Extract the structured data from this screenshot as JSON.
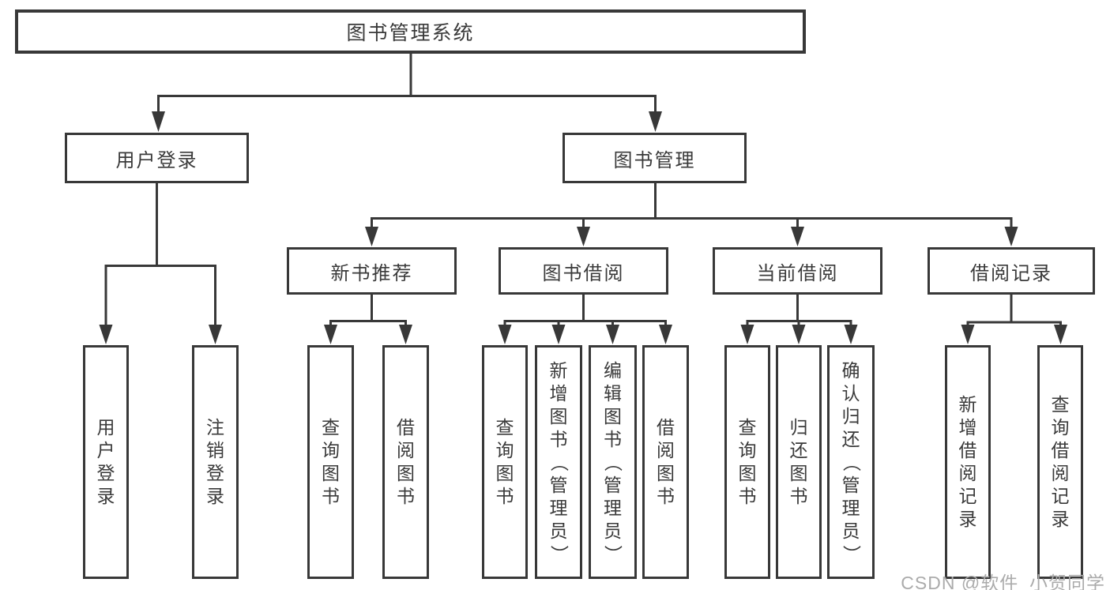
{
  "diagram": {
    "root_label": "图书管理系统",
    "branches": [
      {
        "label": "用户登录",
        "children": [
          {
            "label": "用户登录"
          },
          {
            "label": "注销登录"
          }
        ]
      },
      {
        "label": "图书管理",
        "sections": [
          {
            "label": "新书推荐",
            "children": [
              {
                "label": "查询图书"
              },
              {
                "label": "借阅图书"
              }
            ]
          },
          {
            "label": "图书借阅",
            "children": [
              {
                "label": "查询图书"
              },
              {
                "label": "新增图书（管理员）"
              },
              {
                "label": "编辑图书（管理员）"
              },
              {
                "label": "借阅图书"
              }
            ]
          },
          {
            "label": "当前借阅",
            "children": [
              {
                "label": "查询图书"
              },
              {
                "label": "归还图书"
              },
              {
                "label": "确认归还（管理员）"
              }
            ]
          },
          {
            "label": "借阅记录",
            "children": [
              {
                "label": "新增借阅记录"
              },
              {
                "label": "查询借阅记录"
              }
            ]
          }
        ]
      }
    ]
  },
  "watermark": {
    "text": "CSDN @软件_小贺同学"
  },
  "colors": {
    "line": "#383838",
    "text": "#3a3a3a",
    "watermark": "#ababab",
    "background": "#ffffff"
  }
}
